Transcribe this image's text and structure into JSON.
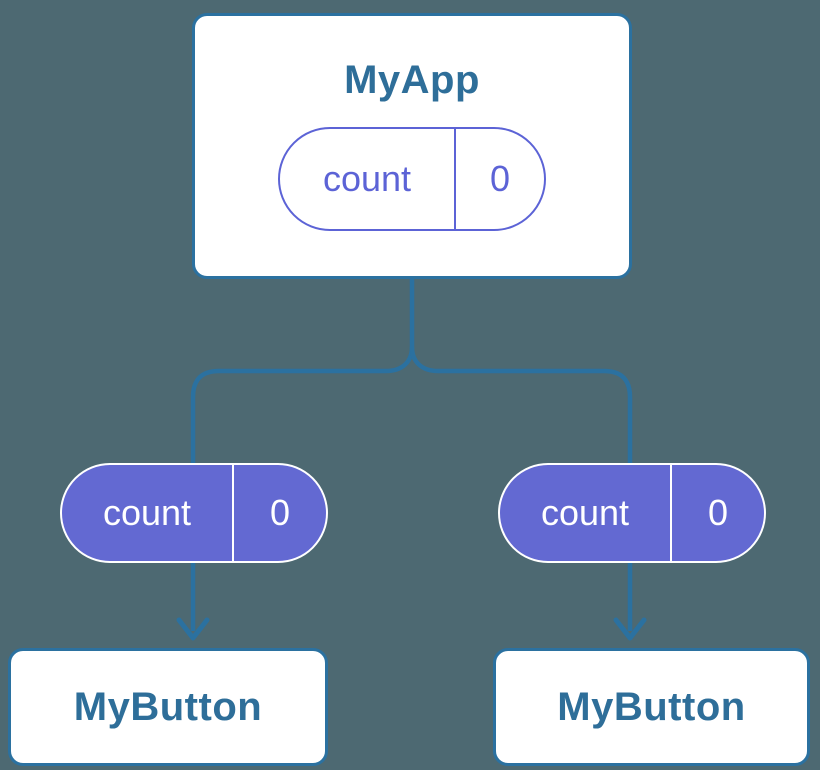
{
  "colors": {
    "background": "#4d6972",
    "connector_blue": "#2b71a0",
    "node_text_blue": "#2e6e99",
    "card_fill": "#ffffff",
    "state_purple": "#6369d2",
    "state_outline_purple": "#5c63d6",
    "state_text_on_purple": "#ffffff"
  },
  "tree": {
    "root": {
      "title": "MyApp",
      "state": {
        "label": "count",
        "value": "0"
      }
    },
    "children": [
      {
        "title": "MyButton",
        "prop": {
          "label": "count",
          "value": "0"
        }
      },
      {
        "title": "MyButton",
        "prop": {
          "label": "count",
          "value": "0"
        }
      }
    ]
  }
}
